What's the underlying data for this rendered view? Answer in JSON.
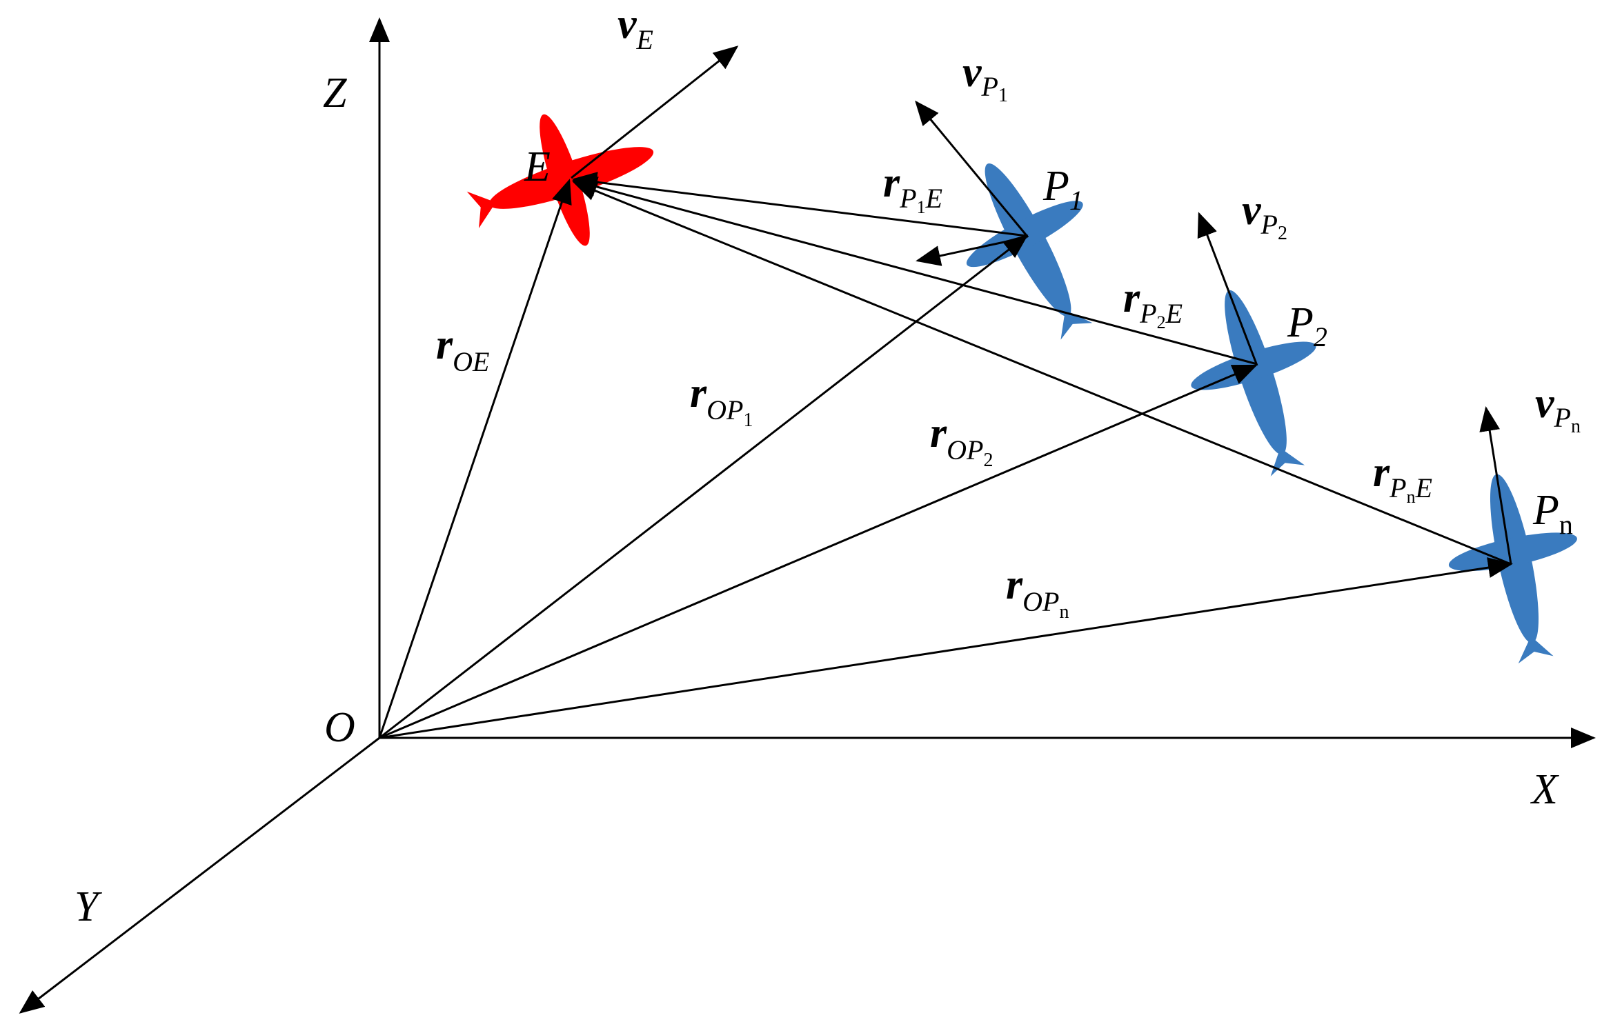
{
  "colors": {
    "evader": "#ff0000",
    "pursuer": "#3a7bbf",
    "line": "#000000"
  },
  "axes": {
    "origin": "O",
    "x": "X",
    "y": "Y",
    "z": "Z"
  },
  "points": {
    "evader": "E",
    "p1": {
      "base": "P",
      "sub": "1"
    },
    "p2": {
      "base": "P",
      "sub": "2"
    },
    "pn": {
      "base": "P",
      "sub": "n"
    }
  },
  "velocities": {
    "vE": {
      "base": "v",
      "sub": "E"
    },
    "vP1": {
      "base": "v",
      "sub": "P",
      "subsub": "1"
    },
    "vP2": {
      "base": "v",
      "sub": "P",
      "subsub": "2"
    },
    "vPn": {
      "base": "v",
      "sub": "P",
      "subsub": "n"
    }
  },
  "vectors": {
    "rOE": {
      "base": "r",
      "sub": "OE"
    },
    "rOP1": {
      "base": "r",
      "sub": "OP",
      "subsub": "1"
    },
    "rOP2": {
      "base": "r",
      "sub": "OP",
      "subsub": "2"
    },
    "rOPn": {
      "base": "r",
      "sub": "OP",
      "subsub": "n"
    },
    "rP1E": {
      "base": "r",
      "sub1": "P",
      "subsub": "1",
      "sub2": "E"
    },
    "rP2E": {
      "base": "r",
      "sub1": "P",
      "subsub": "2",
      "sub2": "E"
    },
    "rPnE": {
      "base": "r",
      "sub1": "P",
      "subsub": "n",
      "sub2": "E"
    }
  }
}
